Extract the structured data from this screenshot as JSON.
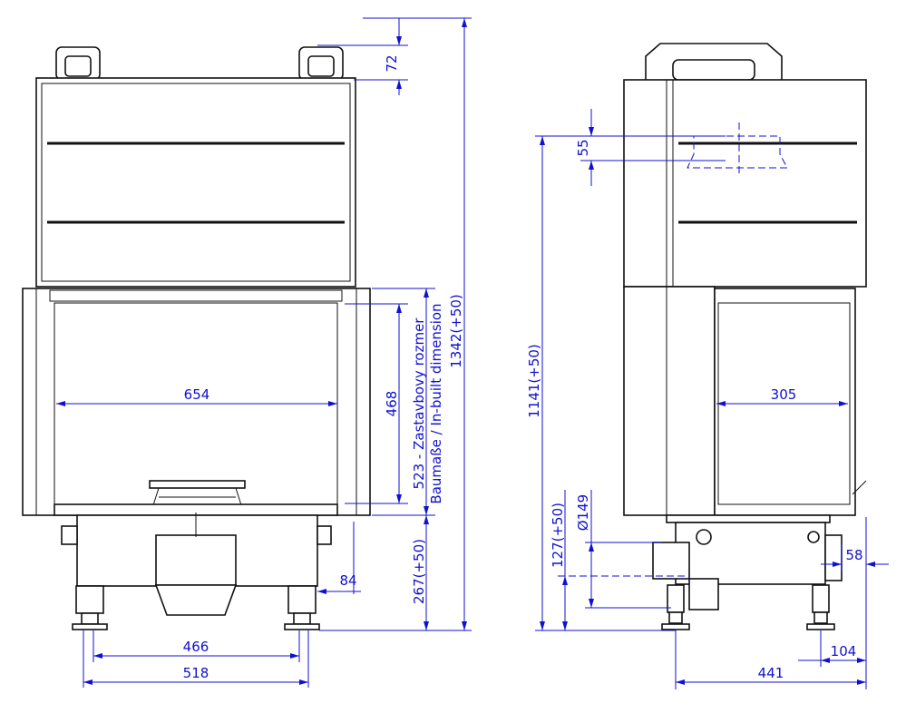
{
  "drawing": {
    "front_view": {
      "dim_top_handle": "72",
      "dim_window_width": "654",
      "dim_window_height": "468",
      "dim_builtin_line1": "523 - Zastavbovy rozmer",
      "dim_builtin_line2": "Baumaße / In-built dimension",
      "dim_total_height": "1342(+50)",
      "dim_base_height": "267(+50)",
      "dim_foot_offset": "84",
      "dim_feet_inner": "466",
      "dim_feet_outer": "518"
    },
    "side_view": {
      "dim_flue_offset": "55",
      "dim_flue_height": "1141(+50)",
      "dim_air_inlet_height": "127(+50)",
      "dim_air_inlet_diameter": "Ø149",
      "dim_window_depth": "305",
      "dim_rear_offset": "58",
      "dim_foot_depth": "104",
      "dim_total_depth": "441"
    }
  },
  "colors": {
    "dimension": "#1010d0",
    "outline": "#111111"
  }
}
